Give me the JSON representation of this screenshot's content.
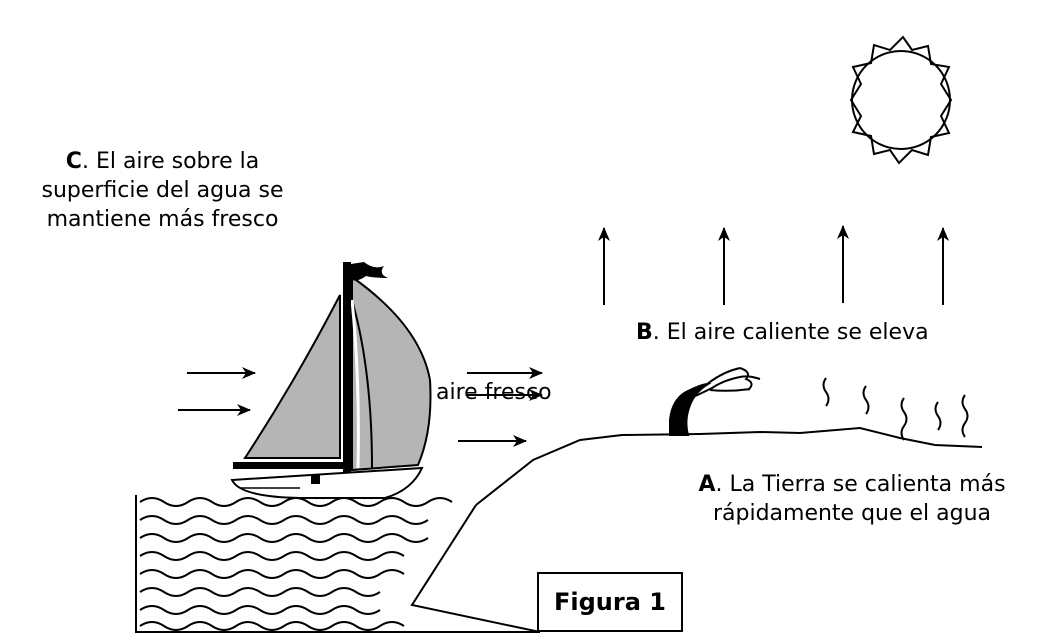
{
  "labels": {
    "c_letter": "C",
    "c_line1": ". El aire sobre la",
    "c_line2": "superficie del agua se",
    "c_line3": "mantiene más fresco",
    "b_letter": "B",
    "b_text": ". El aire caliente se eleva",
    "a_letter": "A",
    "a_line1": ". La Tierra se calienta más",
    "a_line2": "rápidamente que el agua",
    "aire_fresco": "aire fresco"
  },
  "figure_caption": "Figura 1"
}
